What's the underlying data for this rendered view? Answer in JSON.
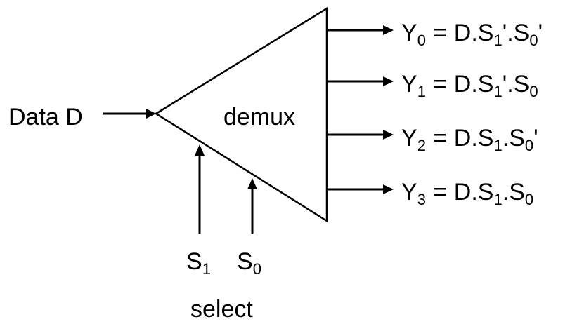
{
  "input": {
    "label": "Data D"
  },
  "block": {
    "label": "demux"
  },
  "select": {
    "lines": [
      {
        "name": "S",
        "sub": "1"
      },
      {
        "name": "S",
        "sub": "0"
      }
    ],
    "caption": "select"
  },
  "outputs": [
    {
      "name": "Y",
      "sub": "0",
      "eq": "D.",
      "s1": "S",
      "s1_sub": "1",
      "s1_suffix": "'.",
      "s0": "S",
      "s0_sub": "0",
      "s0_suffix": "'"
    },
    {
      "name": "Y",
      "sub": "1",
      "eq": "D.",
      "s1": "S",
      "s1_sub": "1",
      "s1_suffix": "'.",
      "s0": "S",
      "s0_sub": "0",
      "s0_suffix": ""
    },
    {
      "name": "Y",
      "sub": "2",
      "eq": "D.",
      "s1": "S",
      "s1_sub": "1",
      "s1_suffix": ".",
      "s0": "S",
      "s0_sub": "0",
      "s0_suffix": "'"
    },
    {
      "name": "Y",
      "sub": "3",
      "eq": "D.",
      "s1": "S",
      "s1_sub": "1",
      "s1_suffix": ".",
      "s0": "S",
      "s0_sub": "0",
      "s0_suffix": ""
    }
  ],
  "equals_sign": "=",
  "colors": {
    "stroke": "#000000",
    "background": "#ffffff"
  }
}
